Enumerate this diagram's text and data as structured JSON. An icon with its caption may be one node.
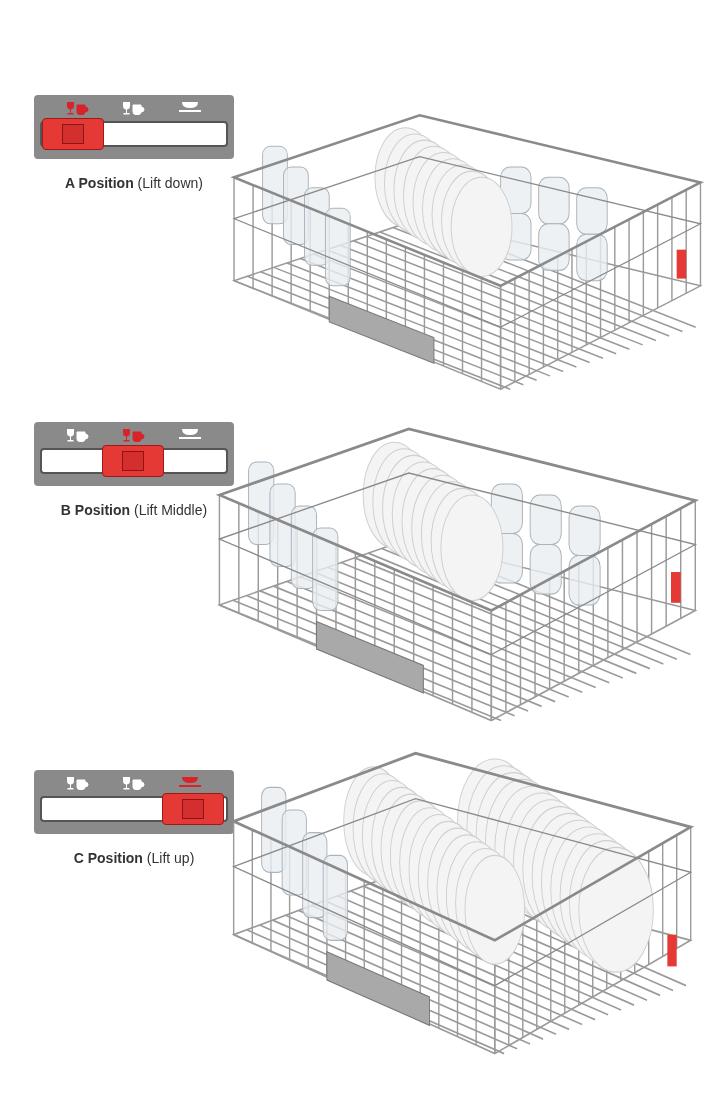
{
  "diagram": {
    "nodes": [
      {
        "text": [],
        "shape": "picture",
        "beside": [
          "**A Position** (Lift down)"
        ]
      },
      {
        "text": [],
        "shape": "picture"
      },
      {
        "text": [],
        "shape": "picture",
        "beside": [
          "**B Position** (Lift Middle)"
        ]
      },
      {
        "text": [],
        "shape": "picture"
      },
      {
        "text": [],
        "shape": "picture",
        "beside": [
          "**C Position** (Lift up)"
        ]
      },
      {
        "text": [],
        "shape": "picture"
      }
    ]
  }
}
